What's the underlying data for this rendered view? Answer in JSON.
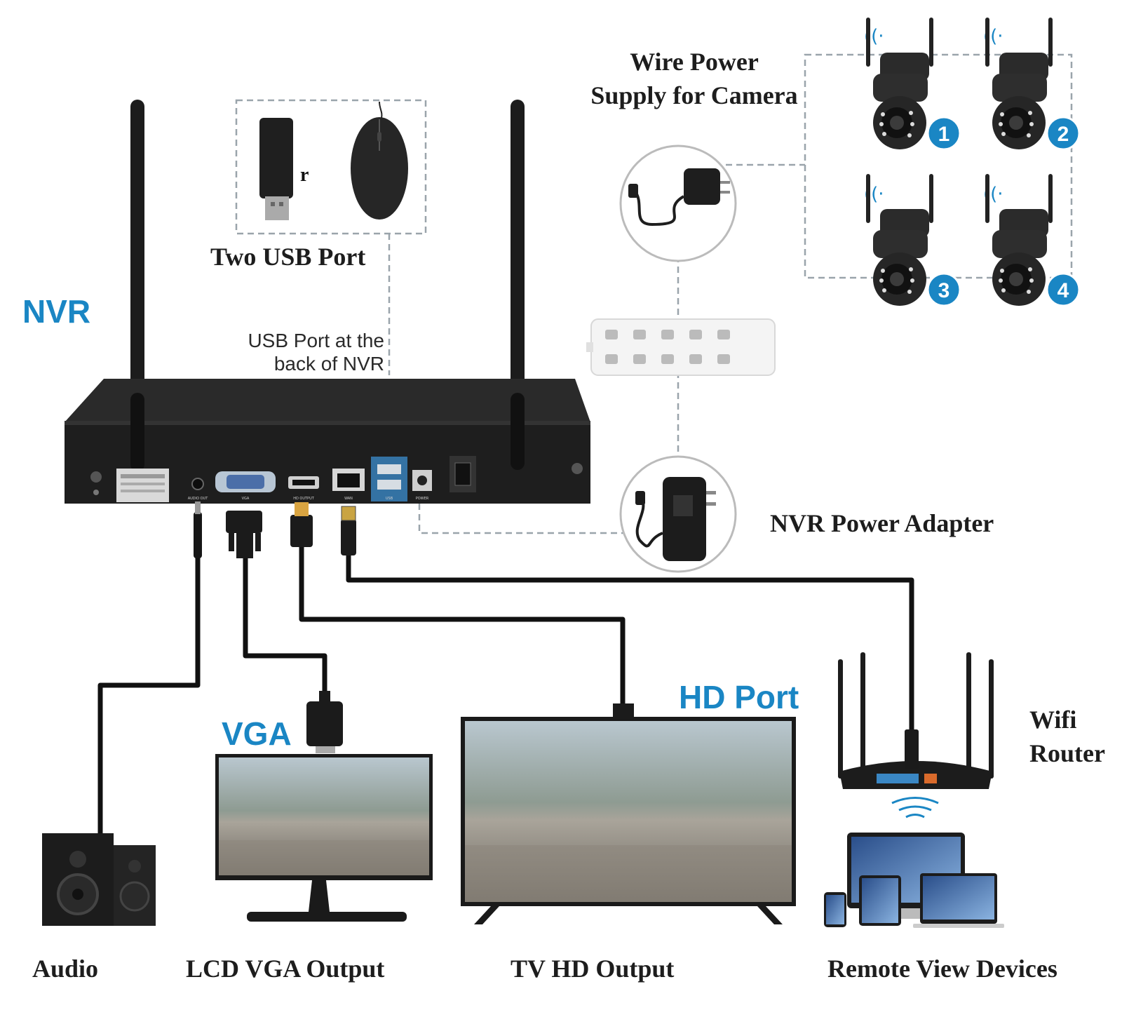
{
  "labels": {
    "nvr": "NVR",
    "two_usb_port": "Two USB Port",
    "usb_back_line1": "USB Port at the",
    "usb_back_line2": "back of NVR",
    "wire_power_line1": "Wire Power",
    "wire_power_line2": "Supply for Camera",
    "nvr_power_adapter": "NVR Power Adapter",
    "hd_port": "HD Port",
    "vga": "VGA",
    "wifi_router_line1": "Wifi",
    "wifi_router_line2": "Router",
    "audio": "Audio",
    "lcd_vga_output": "LCD VGA Output",
    "tv_hd_output": "TV HD Output",
    "remote_view_devices": "Remote View Devices"
  },
  "cameras": [
    {
      "number": "1"
    },
    {
      "number": "2"
    },
    {
      "number": "3"
    },
    {
      "number": "4"
    }
  ],
  "colors": {
    "accent_blue": "#1a86c4",
    "device_black": "#1c1c1c",
    "dashed_line": "#9aa4ab"
  },
  "icons": {
    "wifi_signal": "wifi-signal-icon",
    "usb_dongle": "usb-dongle-icon",
    "mouse": "mouse-icon",
    "power_adapter": "power-adapter-icon",
    "power_strip": "power-strip-icon",
    "camera": "ptz-camera-icon",
    "speaker": "speaker-icon",
    "monitor": "monitor-icon",
    "tv": "tv-icon",
    "router": "router-icon",
    "devices": "remote-devices-icon"
  }
}
